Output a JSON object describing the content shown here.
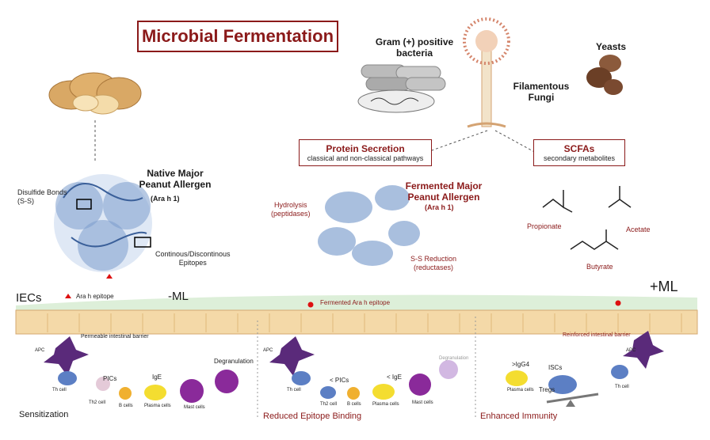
{
  "title": "Microbial Fermentation",
  "microbes": {
    "gram_positive": "Gram (+) positive\nbacteria",
    "filamentous": "Filamentous\nFungi",
    "yeasts": "Yeasts"
  },
  "native": {
    "title": "Native Major\nPeanut Allergen",
    "subtitle": "(Ara h 1)",
    "disulfide": "Disulfide Bonds\n(S-S)",
    "epitopes": "Continous/Discontinous\nEpitopes"
  },
  "protein_secretion": {
    "title": "Protein Secretion",
    "subtitle": "classical and non-classical pathways"
  },
  "scfas": {
    "title": "SCFAs",
    "subtitle": "secondary metabolites"
  },
  "fermented": {
    "title": "Fermented Major\nPeanut Allergen",
    "subtitle": "(Ara h 1)",
    "hydrolysis": "Hydrolysis\n(peptidases)",
    "reduction": "S-S Reduction\n(reductases)"
  },
  "molecules": {
    "propionate": "Propionate",
    "acetate": "Acetate",
    "butyrate": "Butyrate"
  },
  "gut": {
    "iecs": "IECs",
    "ara_epitope": "Ara h epitope",
    "minus_ml": "-ML",
    "plus_ml": "+ML",
    "fermented_epitope": "Fermented Ara h epitope",
    "permeable": "Permeable intestinal barrier",
    "reinforced": "Reinforced intestinal barrier"
  },
  "cells_left": {
    "apc": "APC",
    "th": "Th cell",
    "th2": "Th2 cell",
    "pics": "PICs",
    "b": "B cells",
    "ige": "IgE",
    "plasma": "Plasma cells",
    "mast": "Mast cells",
    "degranulation": "Degranulation"
  },
  "cells_mid": {
    "apc": "APC",
    "th": "Th cell",
    "pics": "< PICs",
    "th2": "Th2 cell",
    "b": "B cells",
    "ige": "< IgE",
    "plasma": "Plasma cells",
    "mast": "Mast cells",
    "degranulation": "Degranulation"
  },
  "cells_right": {
    "igg4": ">IgG4",
    "iscs": "ISCs",
    "plasma": "Plasma cells",
    "tregs": "Tregs",
    "th": "Th cell",
    "apc": "APC"
  },
  "sections": {
    "sensitization": "Sensitization",
    "reduced": "Reduced Epitope Binding",
    "enhanced": "Enhanced Immunity"
  }
}
